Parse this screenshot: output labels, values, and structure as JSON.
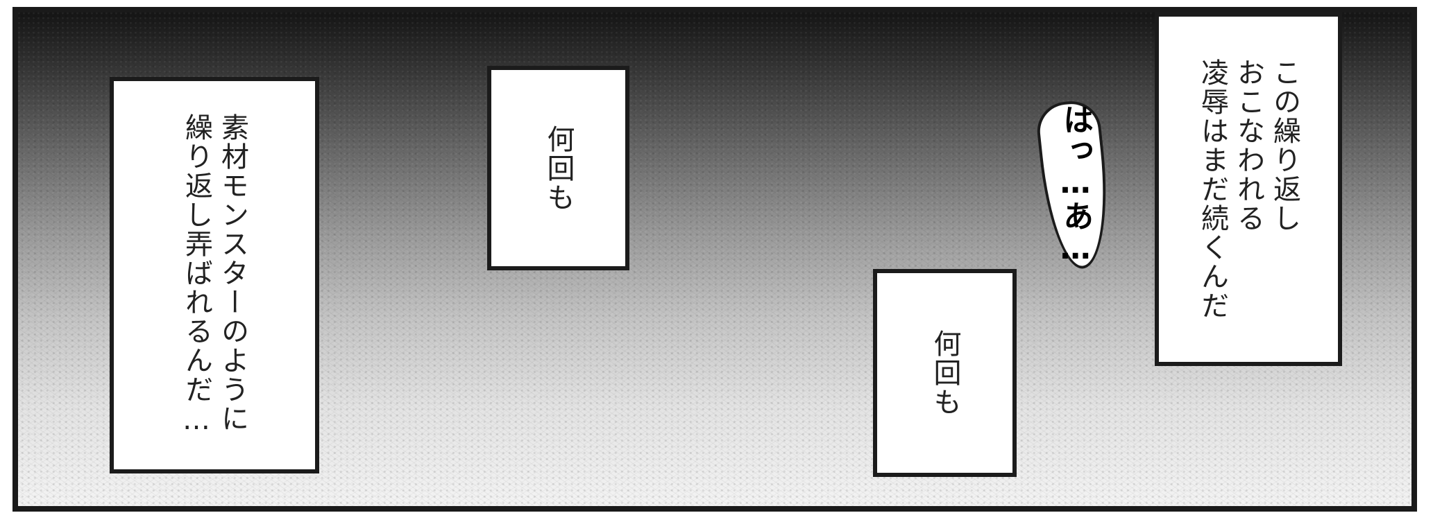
{
  "panel": {
    "captions": [
      {
        "text": "素材モンスターのように\n繰り返し弄ばれるんだ…"
      },
      {
        "text": "何回も"
      },
      {
        "text": "何回も"
      },
      {
        "text": "この繰り返し\nおこなわれる\n凌辱はまだ続くんだ"
      }
    ],
    "speech_bubble": {
      "text": "はっ…あ…"
    }
  },
  "colors": {
    "panel_border": "#1a1a1a",
    "caption_bg": "#ffffff",
    "text": "#222222"
  }
}
